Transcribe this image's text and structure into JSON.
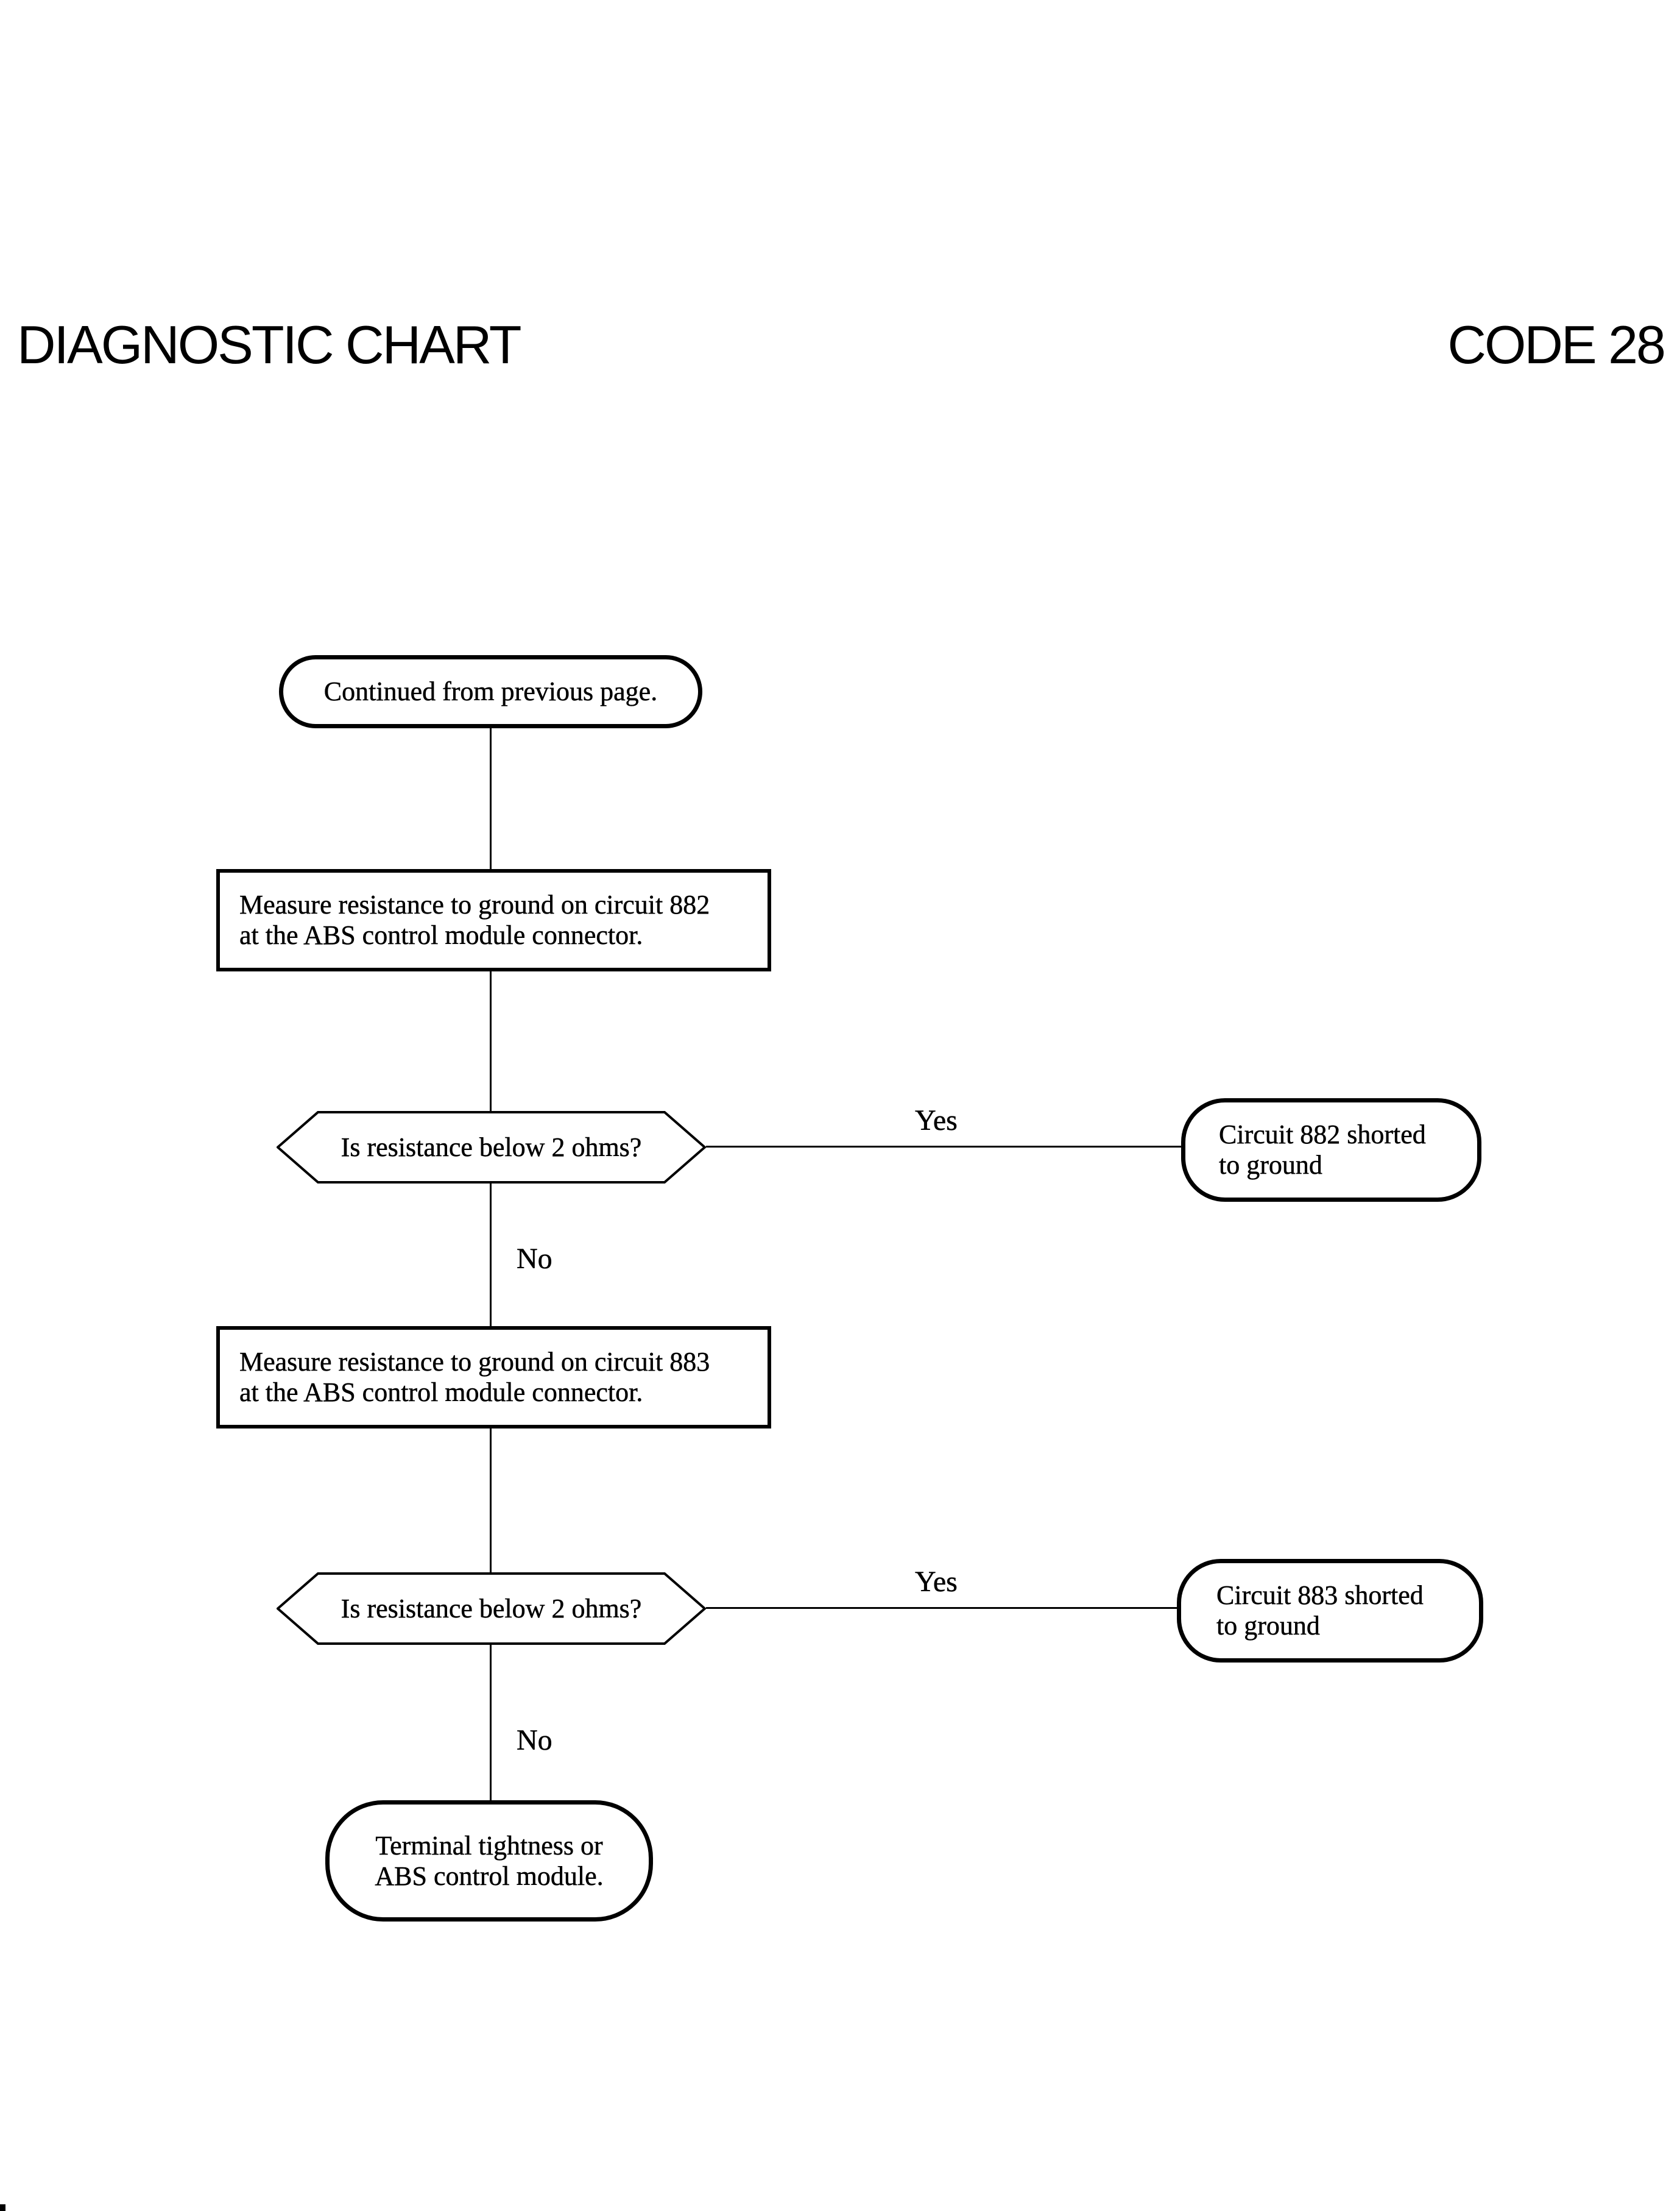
{
  "page": {
    "title": "DIAGNOSTIC CHART",
    "code": "CODE 28"
  },
  "colors": {
    "ink": "#000000",
    "paper": "#ffffff"
  },
  "flowchart": {
    "start": {
      "label": "Continued from previous page."
    },
    "step1": {
      "line1": "Measure resistance to ground on circuit 882",
      "line2": "at the ABS control module connector."
    },
    "decision1": {
      "label": "Is resistance below 2 ohms?",
      "yes": "Yes",
      "no": "No"
    },
    "result1": {
      "line1": "Circuit 882 shorted",
      "line2": "to ground"
    },
    "step2": {
      "line1": "Measure resistance to ground on circuit 883",
      "line2": "at the ABS control module connector."
    },
    "decision2": {
      "label": "Is resistance below 2 ohms?",
      "yes": "Yes",
      "no": "No"
    },
    "result2": {
      "line1": "Circuit 883 shorted",
      "line2": "to ground"
    },
    "end": {
      "line1": "Terminal tightness or",
      "line2": "ABS control module."
    }
  }
}
